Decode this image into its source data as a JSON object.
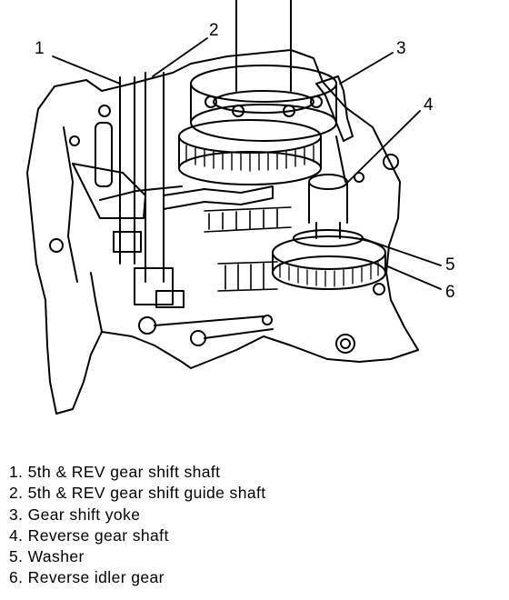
{
  "callouts": [
    {
      "number": "1"
    },
    {
      "number": "2"
    },
    {
      "number": "3"
    },
    {
      "number": "4"
    },
    {
      "number": "5"
    },
    {
      "number": "6"
    }
  ],
  "legend": [
    {
      "text": "1. 5th & REV gear shift shaft"
    },
    {
      "text": "2. 5th & REV gear shift guide shaft"
    },
    {
      "text": "3. Gear shift yoke"
    },
    {
      "text": "4. Reverse gear shaft"
    },
    {
      "text": "5. Washer"
    },
    {
      "text": "6. Reverse idler gear"
    }
  ]
}
